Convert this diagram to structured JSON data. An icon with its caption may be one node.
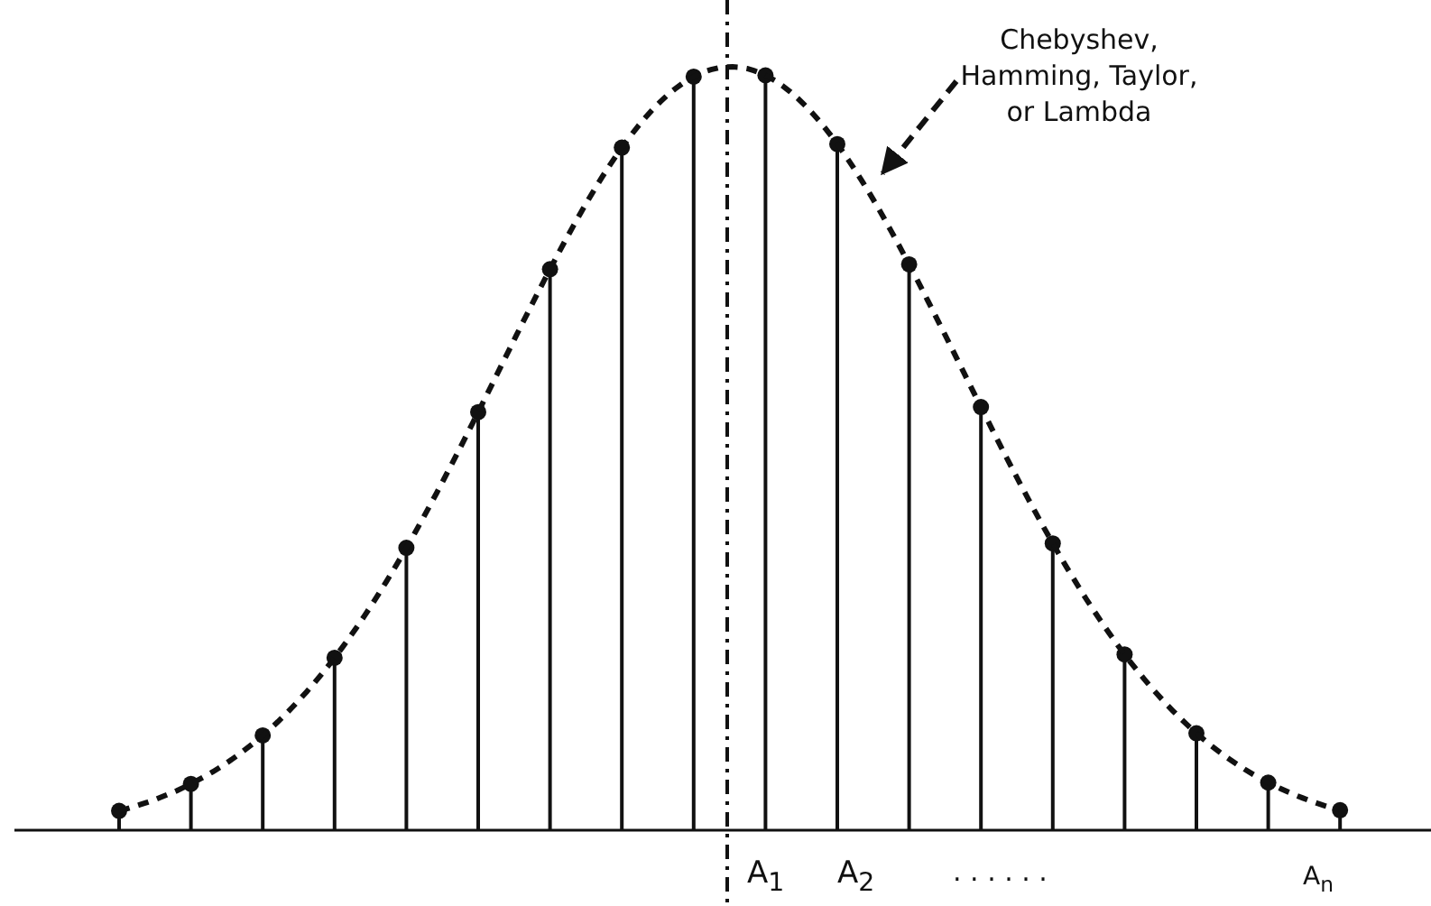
{
  "diagram": {
    "nodes": [
      {
        "text": [
          "Chebyshev, Hamming, Taylor, or Lambda"
        ]
      },
      {
        "text": [],
        "shape": "curve"
      }
    ],
    "edges": [
      {
        "from": 0,
        "to": 1,
        "arrow": "to",
        "style": "dashed"
      }
    ],
    "labels": [
      "A$_{1}$",
      "A$_{2}$",
      ". . . . . .",
      "A$_{n}$"
    ]
  }
}
